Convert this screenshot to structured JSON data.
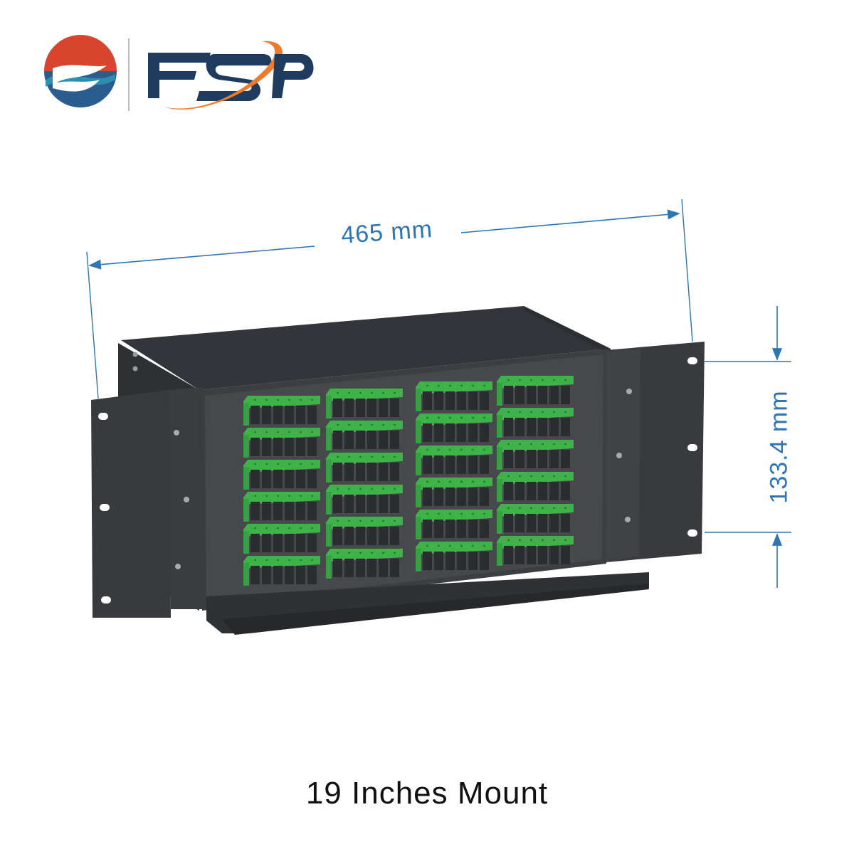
{
  "logo": {
    "brand_text": "FSP",
    "colors": {
      "navy": "#1f3b5e",
      "orange": "#ee7a2c",
      "red": "#d9442f",
      "teal": "#2d8fb0"
    }
  },
  "dimensions": {
    "width_label": "465 mm",
    "height_label": "133.4 mm",
    "color": "#2f74b3"
  },
  "product": {
    "body_color": "#3a3c3f",
    "adapter_color": "#3fb34a",
    "adapter_group_columns": 4,
    "adapter_group_rows": 6,
    "ports_per_group": 6
  },
  "caption": "19 Inches Mount"
}
